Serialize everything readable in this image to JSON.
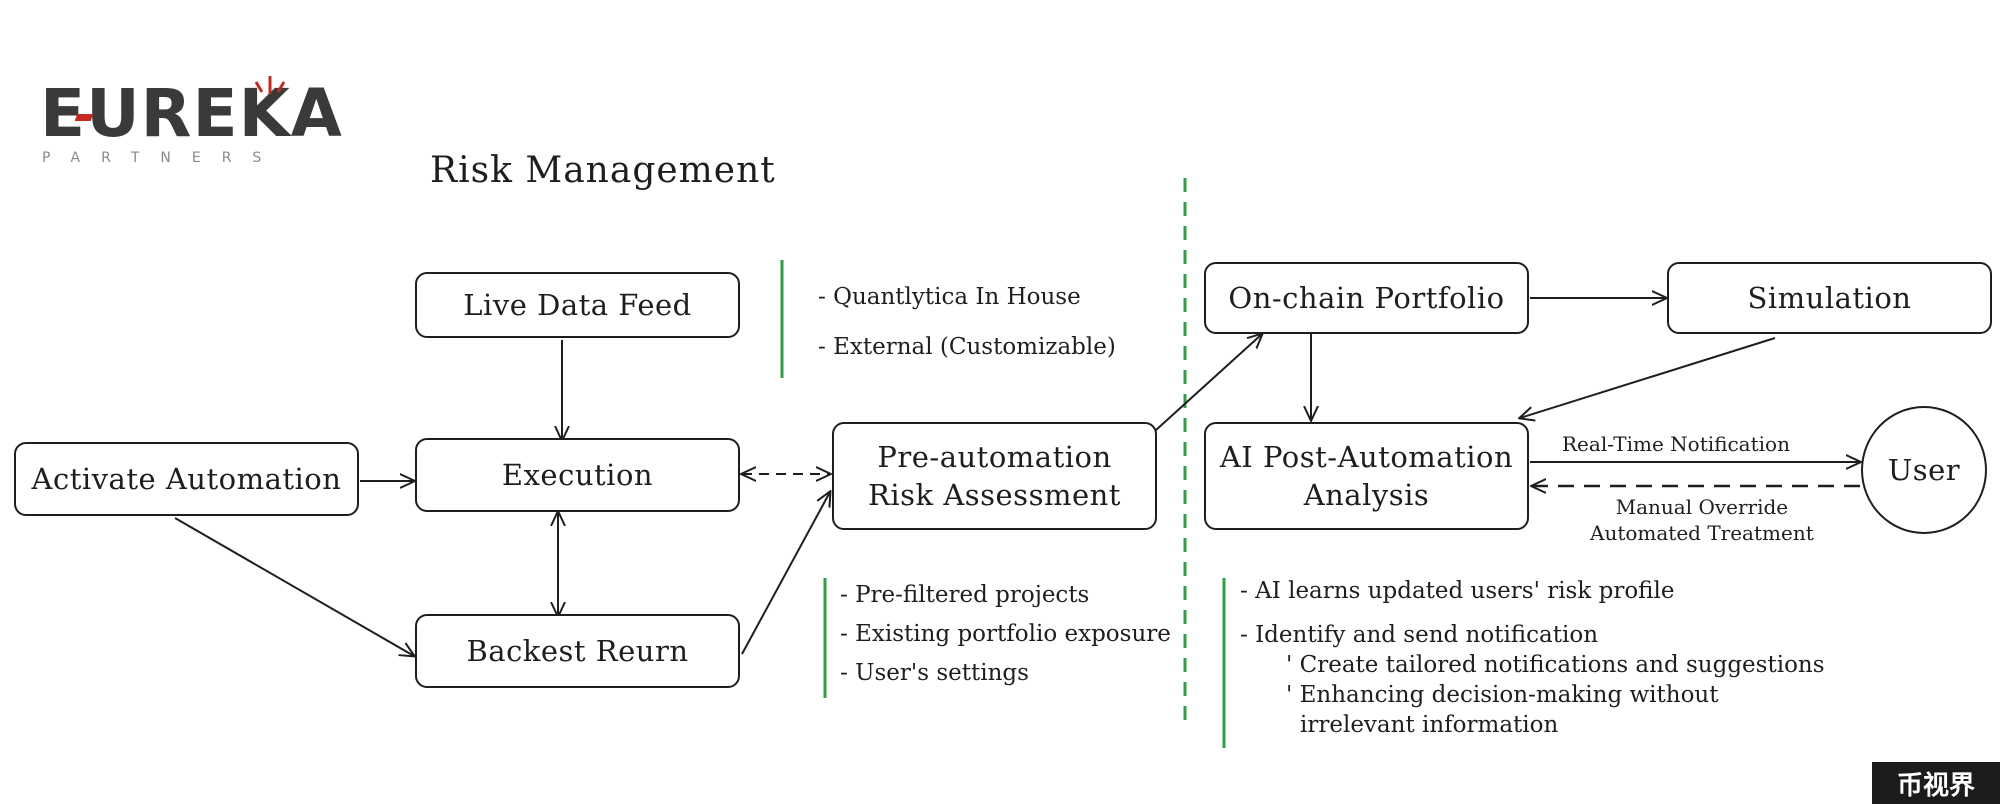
{
  "title": "Risk Management",
  "logo": {
    "name": "EUREKA",
    "sub": "PARTNERS"
  },
  "watermark": "币视界",
  "nodes": {
    "live_data_feed": "Live Data Feed",
    "activate_automation": "Activate Automation",
    "execution": "Execution",
    "backest_reurn": "Backest Reurn",
    "pre_automation": [
      "Pre-automation",
      "Risk Assessment"
    ],
    "onchain_portfolio": "On-chain Portfolio",
    "simulation": "Simulation",
    "ai_post_automation": [
      "AI Post-Automation",
      "Analysis"
    ],
    "user": "User"
  },
  "notes": {
    "data_sources": [
      "- Quantlytica In House",
      "- External (Customizable)"
    ],
    "pre_assessment": [
      "- Pre-filtered projects",
      "- Existing portfolio exposure",
      "- User's settings"
    ],
    "ai_analysis": [
      "- AI learns updated users' risk profile",
      "- Identify and send notification",
      "' Create tailored notifications and suggestions",
      "' Enhancing decision-making without",
      "irrelevant information"
    ]
  },
  "edge_labels": {
    "real_time": "Real-Time Notification",
    "manual_override": [
      "Manual Override",
      "Automated Treatment"
    ]
  },
  "colors": {
    "stroke": "#1e1e1e",
    "accent_green": "#2f9e44",
    "logo_red": "#c42a21"
  }
}
